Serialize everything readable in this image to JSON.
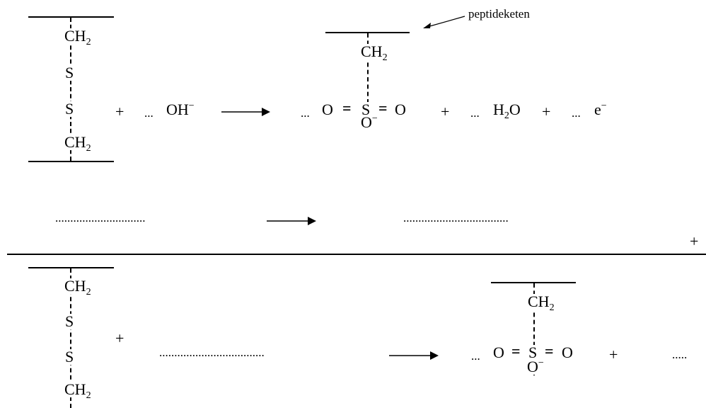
{
  "labels": {
    "peptide_chain": "peptideketen",
    "ch": "CH",
    "two": "2",
    "s": "S",
    "o": "O",
    "eq": "=",
    "oh": "OH",
    "minus": "−",
    "h": "H",
    "water_o": "O",
    "e": "e",
    "plus": "+",
    "coef": "...",
    "coef_long": ".....",
    "blank_short": "..............................",
    "blank_long": "...................................",
    "blank_mid": "..................................."
  }
}
